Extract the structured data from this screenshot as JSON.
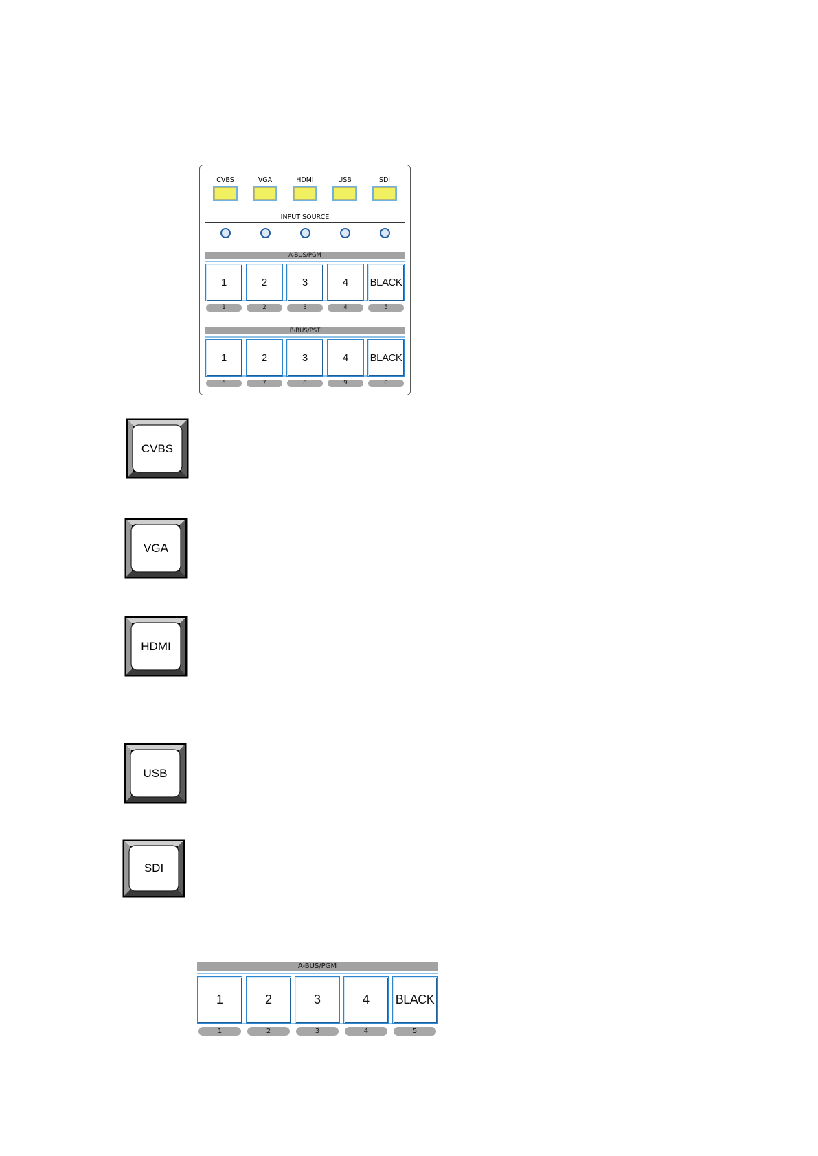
{
  "panel": {
    "input_sources": [
      "CVBS",
      "VGA",
      "HDMI",
      "USB",
      "SDI"
    ],
    "input_source_title": "INPUT SOURCE",
    "a_bus": {
      "title": "A-BUS/PGM",
      "keys": [
        "1",
        "2",
        "3",
        "4",
        "BLACK"
      ],
      "numbers": [
        "1",
        "2",
        "3",
        "4",
        "5"
      ]
    },
    "b_bus": {
      "title": "B-BUS/PST",
      "keys": [
        "1",
        "2",
        "3",
        "4",
        "BLACK"
      ],
      "numbers": [
        "6",
        "7",
        "8",
        "9",
        "0"
      ]
    }
  },
  "keycaps": [
    {
      "label": "CVBS"
    },
    {
      "label": "VGA"
    },
    {
      "label": "HDMI"
    },
    {
      "label": "USB"
    },
    {
      "label": "SDI"
    }
  ],
  "bottom_bus": {
    "title": "A-BUS/PGM",
    "keys": [
      "1",
      "2",
      "3",
      "4",
      "BLACK"
    ],
    "numbers": [
      "1",
      "2",
      "3",
      "4",
      "5"
    ]
  },
  "colors": {
    "source_key": "#f0f060",
    "key_border": "#2f86d0",
    "bus_bar": "#a2a2a2",
    "led_ring": "#1f5a9e"
  }
}
